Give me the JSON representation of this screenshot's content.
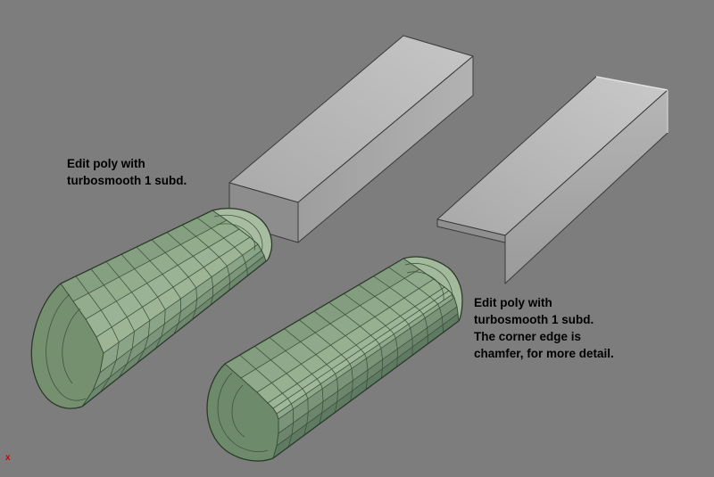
{
  "canvas": {
    "background": "#7d7d7d"
  },
  "colors": {
    "box_gray_top": "#b6b6b6",
    "box_gray_side": "#a4a4a4",
    "box_gray_end": "#8d8d8d",
    "mesh_green": "#8fa78b",
    "mesh_green_dark": "#647e62",
    "wireframe": "#3a4d38",
    "outline": "#2b3a29",
    "edge_dark": "#3a3a3a",
    "highlight": "#dcdcdc",
    "text": "#000000",
    "marker_red": "#d40000"
  },
  "annotations": {
    "left": {
      "lines": [
        "Edit poly with",
        "turbosmooth 1 subd."
      ]
    },
    "right": {
      "lines": [
        "Edit poly with",
        "turbosmooth 1 subd.",
        "The corner edge is",
        "chamfer, for more detail."
      ]
    }
  },
  "marker": {
    "label": "x"
  },
  "objects": [
    {
      "name": "box-base-mesh",
      "kind": "unsmoothed box"
    },
    {
      "name": "sheet-base-mesh",
      "kind": "unsmoothed angled sheet"
    },
    {
      "name": "turbosmooth-mesh",
      "kind": "edit poly + turbosmooth 1 subd"
    },
    {
      "name": "turbosmooth-chamfer-mesh",
      "kind": "edit poly + turbosmooth 1 subd, chamfered corner edge"
    }
  ]
}
